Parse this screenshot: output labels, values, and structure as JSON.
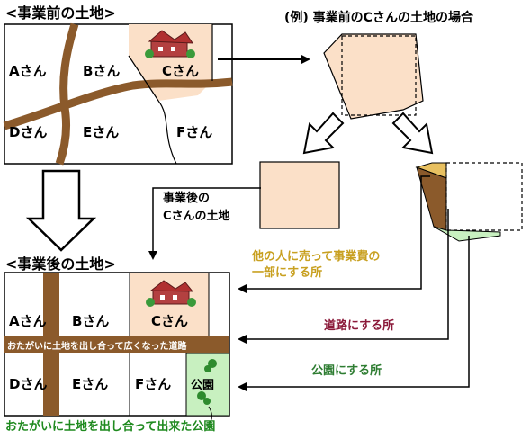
{
  "before": {
    "title": "<事業前の土地>",
    "parcels": [
      "Aさん",
      "Bさん",
      "Cさん",
      "Dさん",
      "Eさん",
      "Fさん"
    ]
  },
  "after": {
    "title": "<事業後の土地>",
    "parcels": [
      "Aさん",
      "Bさん",
      "Cさん",
      "Dさん",
      "Eさん",
      "Fさん"
    ],
    "road_label": "おたがいに土地を出し合って広くなった道路",
    "park_label": "公園",
    "park_caption": "おたがいに土地を出し合って出来た公園"
  },
  "example": {
    "title": "(例) 事業前のCさんの土地の場合",
    "after_c_label_1": "事業後の",
    "after_c_label_2": "Cさんの土地",
    "sold_label_1": "他の人に売って事業費の",
    "sold_label_2": "一部にする所",
    "road_part_label": "道路にする所",
    "park_part_label": "公園にする所"
  },
  "colors": {
    "road": "#8b5a2b",
    "parcel_c": "#fbe0c8",
    "park": "#c8f0c0",
    "sold": "#e8c060",
    "label_gold": "#c8a020",
    "label_red": "#8b1a3a",
    "label_green": "#2e7d32",
    "caption_green": "#1f8a1f"
  }
}
